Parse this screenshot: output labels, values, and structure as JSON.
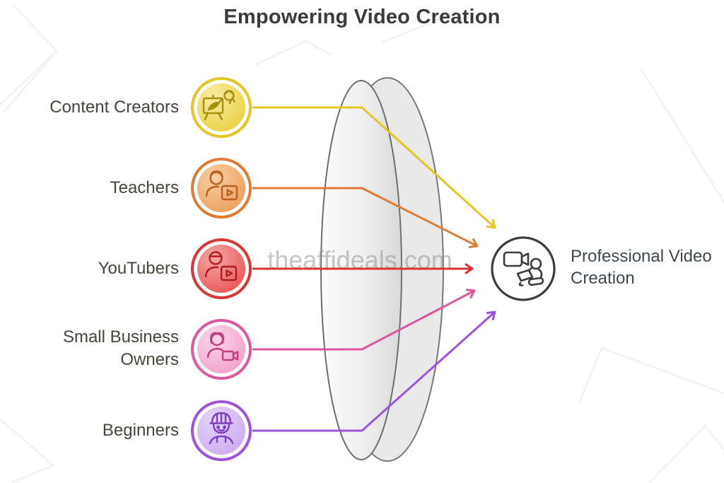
{
  "title": "Empowering Video Creation",
  "watermark": "theaffideals.com",
  "audiences": [
    {
      "label": "Content Creators",
      "color": "#E4C522",
      "fill_light": "#F7EDA2",
      "fill_dark": "#E9CF3D",
      "glyph": "#A98F10"
    },
    {
      "label": "Teachers",
      "color": "#DF7B33",
      "fill_light": "#F7CFA4",
      "fill_dark": "#EC9C58",
      "glyph": "#BC5D1E"
    },
    {
      "label": "YouTubers",
      "color": "#DB3434",
      "fill_light": "#F5A6A6",
      "fill_dark": "#E95252",
      "glyph": "#AD1F1F"
    },
    {
      "label": "Small Business Owners",
      "color": "#DD569E",
      "fill_light": "#FAD4E8",
      "fill_dark": "#F29FCA",
      "glyph": "#C23E84"
    },
    {
      "label": "Beginners",
      "color": "#9F52DE",
      "fill_light": "#E4D2F8",
      "fill_dark": "#CDA9F1",
      "glyph": "#7F3EC2"
    }
  ],
  "result": {
    "label": "Professional Video Creation",
    "color": "#3C3C3C"
  }
}
